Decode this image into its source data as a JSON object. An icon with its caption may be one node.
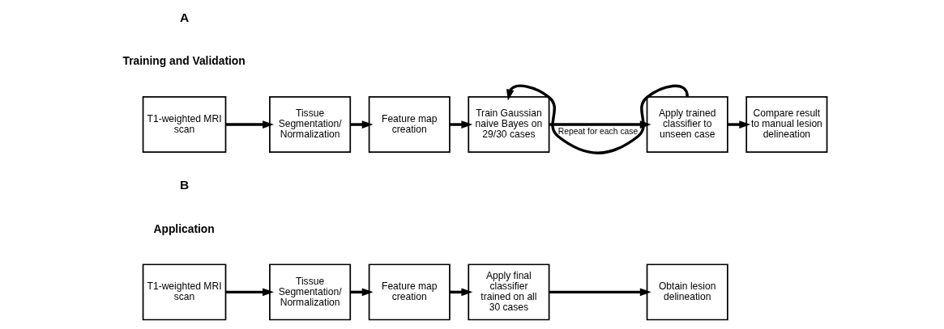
{
  "diagram": {
    "nodes": [
      {
        "text": [
          "T1-weighted MRI scan"
        ]
      },
      {
        "text": [
          "Tissue Segmentation/ Normalization"
        ]
      },
      {
        "text": [
          "Feature map creation"
        ]
      },
      {
        "text": [
          "Train Gaussian naive Bayes on 29/30 cases"
        ]
      },
      {
        "text": [
          "Apply trained classifier to unseen case"
        ]
      },
      {
        "text": [
          "Compare result to manual lesion delineation"
        ]
      },
      {
        "text": [
          "T1-weighted MRI scan"
        ]
      },
      {
        "text": [
          "Tissue Segmentation/ Normalization"
        ]
      },
      {
        "text": [
          "Feature map creation"
        ]
      },
      {
        "text": [
          "Apply final classifier trained on all 30 cases"
        ]
      },
      {
        "text": [
          "Obtain lesion delineation"
        ]
      }
    ],
    "edges": [
      {
        "from": 0,
        "to": 1,
        "arrow": "to"
      },
      {
        "from": 1,
        "to": 2,
        "arrow": "to"
      },
      {
        "from": 2,
        "to": 3,
        "arrow": "to"
      },
      {
        "from": 3,
        "to": 4,
        "arrow": "to"
      },
      {
        "from": 4,
        "to": 5,
        "arrow": "to"
      },
      {
        "from": 4,
        "to": 3,
        "arrow": "to",
        "label": "Repeat for each case"
      },
      {
        "from": 6,
        "to": 7,
        "arrow": "to"
      },
      {
        "from": 7,
        "to": 8,
        "arrow": "to"
      },
      {
        "from": 8,
        "to": 9,
        "arrow": "to"
      },
      {
        "from": 9,
        "to": 10,
        "arrow": "to"
      }
    ],
    "labels": [
      "A",
      "Training and Validation",
      "B",
      "Application"
    ]
  }
}
